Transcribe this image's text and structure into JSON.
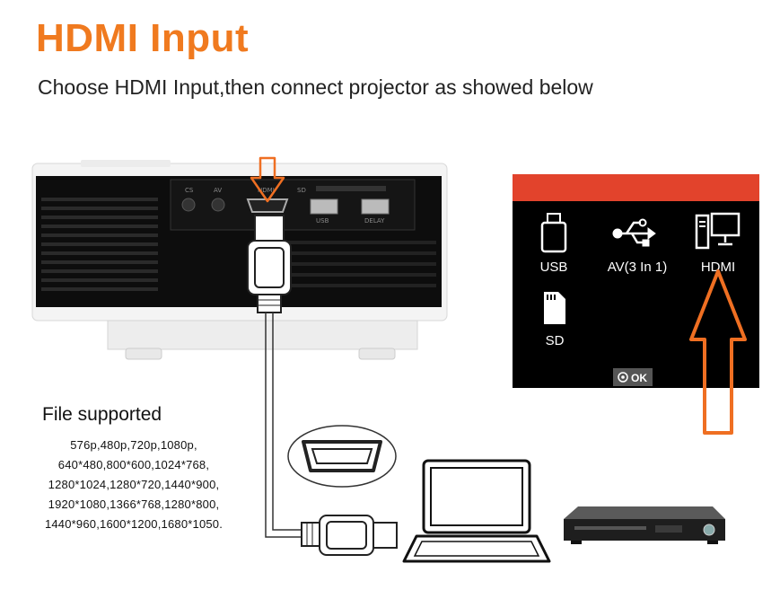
{
  "header": {
    "title": "HDMI Input",
    "subtitle": "Choose HDMI Input,then connect projector as showed below"
  },
  "projector": {
    "port_labels": [
      "CS",
      "AV",
      "HDMI",
      "SD",
      "USB",
      "DELAY"
    ]
  },
  "menu": {
    "items": [
      {
        "label": "USB",
        "icon": "usb-drive-icon"
      },
      {
        "label": "AV(3 In 1)",
        "icon": "usb-symbol-icon"
      },
      {
        "label": "HDMI",
        "icon": "computer-icon"
      },
      {
        "label": "SD",
        "icon": "sd-card-icon"
      }
    ],
    "ok_label": "OK",
    "colors": {
      "header": "#e2432c",
      "panel": "#000000",
      "arrow": "#ef6f22"
    }
  },
  "files": {
    "title": "File supported",
    "lines": [
      "576p,480p,720p,1080p,",
      "640*480,800*600,1024*768,",
      "1280*1024,1280*720,1440*900,",
      "1920*1080,1366*768,1280*800,",
      "1440*960,1600*1200,1680*1050."
    ]
  },
  "colors": {
    "title": "#f07a1f"
  }
}
